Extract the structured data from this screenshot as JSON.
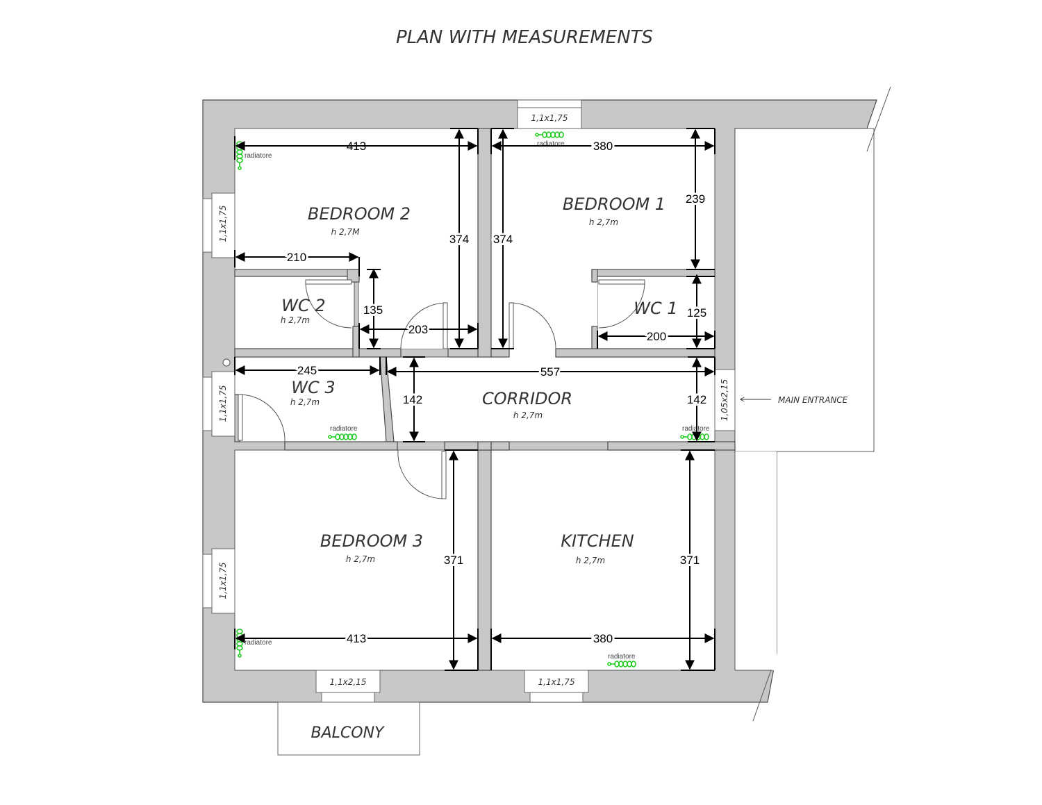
{
  "title": "PLAN WITH MEASUREMENTS",
  "rooms": [
    {
      "id": "bedroom-2",
      "name": "BEDROOM 2",
      "height": "h 2,7M"
    },
    {
      "id": "bedroom-1",
      "name": "BEDROOM 1",
      "height": "h 2,7m"
    },
    {
      "id": "wc-2",
      "name": "WC 2",
      "height": "h 2,7m"
    },
    {
      "id": "wc-1",
      "name": "WC 1",
      "height": "h 2,7m"
    },
    {
      "id": "wc-3",
      "name": "WC 3",
      "height": "h 2,7m"
    },
    {
      "id": "corridor",
      "name": "CORRIDOR",
      "height": "h 2,7m"
    },
    {
      "id": "bedroom-3",
      "name": "BEDROOM 3",
      "height": "h 2,7m"
    },
    {
      "id": "kitchen",
      "name": "KITCHEN",
      "height": "h 2,7m"
    }
  ],
  "windows": {
    "top": "1,1x1,75",
    "left_1": "1,1x1,75",
    "left_2": "1,1x1,75",
    "left_3": "1,1x1,75",
    "bottom_balcony": "1,1x2,15",
    "bottom_kitchen": "1,1x1,75",
    "entrance_door": "1,05x2,15"
  },
  "balcony": "BALCONY",
  "main_entrance": "MAIN ENTRANCE",
  "radiator_label": "radiatore",
  "dimensions": {
    "bedroom2_width": "413",
    "bedroom2_depth": "374",
    "bedroom1_width": "380",
    "bedroom1_depth_a": "374",
    "bedroom1_depth_b": "239",
    "wc2_width": "210",
    "wc2_depth": "135",
    "wc1_depth": "125",
    "wc1_width": "200",
    "passage_width": "203",
    "wc3_width": "245",
    "corridor_width": "557",
    "corridor_depth_left": "142",
    "corridor_depth_right": "142",
    "bedroom3_depth": "371",
    "bedroom3_width": "413",
    "kitchen_depth": "371",
    "kitchen_width": "380"
  },
  "colors": {
    "wall": "#c8c8c8",
    "radiator": "#22cc22",
    "line": "#000000"
  }
}
